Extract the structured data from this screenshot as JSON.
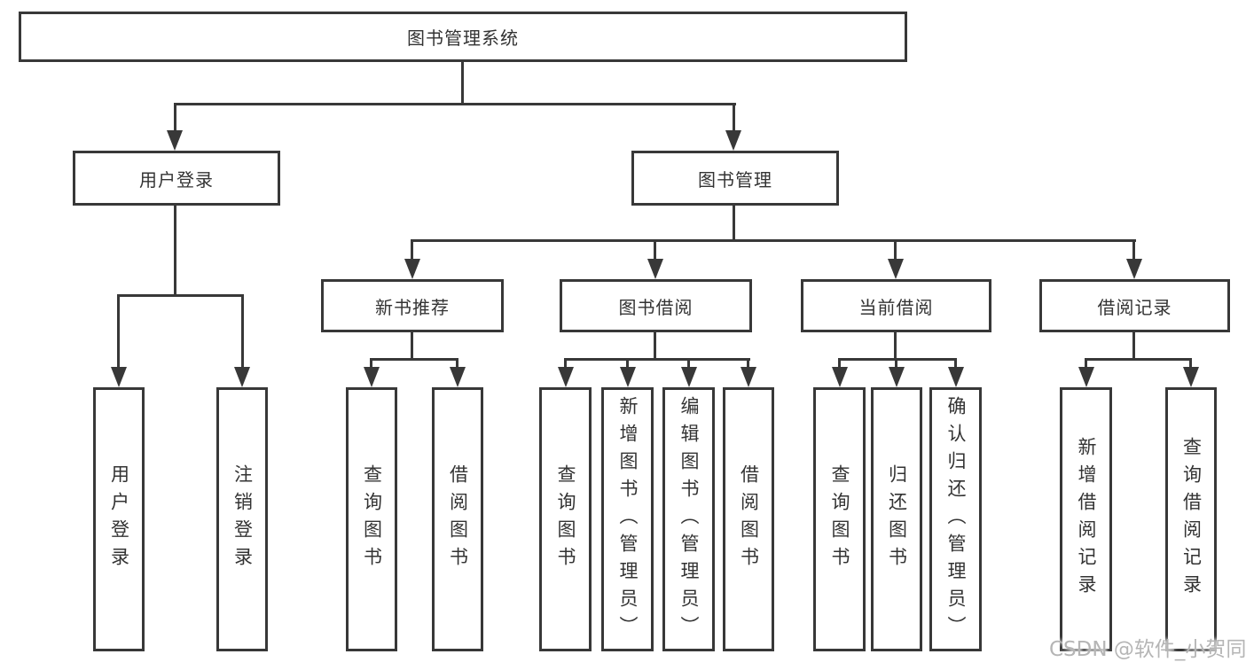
{
  "tree": {
    "root": {
      "label": "图书管理系统"
    },
    "level2": [
      {
        "label": "用户登录"
      },
      {
        "label": "图书管理"
      }
    ],
    "level3": [
      {
        "label": "新书推荐",
        "parent": "图书管理"
      },
      {
        "label": "图书借阅",
        "parent": "图书管理"
      },
      {
        "label": "当前借阅",
        "parent": "图书管理"
      },
      {
        "label": "借阅记录",
        "parent": "图书管理"
      }
    ],
    "leaves": [
      {
        "label": "用户登录",
        "parent": "用户登录"
      },
      {
        "label": "注销登录",
        "parent": "用户登录"
      },
      {
        "label": "查询图书",
        "parent": "新书推荐"
      },
      {
        "label": "借阅图书",
        "parent": "新书推荐"
      },
      {
        "label": "查询图书",
        "parent": "图书借阅"
      },
      {
        "label": "新增图书（管理员）",
        "parent": "图书借阅"
      },
      {
        "label": "编辑图书（管理员）",
        "parent": "图书借阅"
      },
      {
        "label": "借阅图书",
        "parent": "图书借阅"
      },
      {
        "label": "查询图书",
        "parent": "当前借阅"
      },
      {
        "label": "归还图书",
        "parent": "当前借阅"
      },
      {
        "label": "确认归还（管理员）",
        "parent": "当前借阅"
      },
      {
        "label": "新增借阅记录",
        "parent": "借阅记录"
      },
      {
        "label": "查询借阅记录",
        "parent": "借阅记录"
      }
    ]
  },
  "watermark": {
    "text": "CSDN @软件_小贺同学"
  },
  "colors": {
    "line": "#383838",
    "text": "#333333",
    "background": "#ffffff",
    "watermark": "#b5b5b5"
  }
}
